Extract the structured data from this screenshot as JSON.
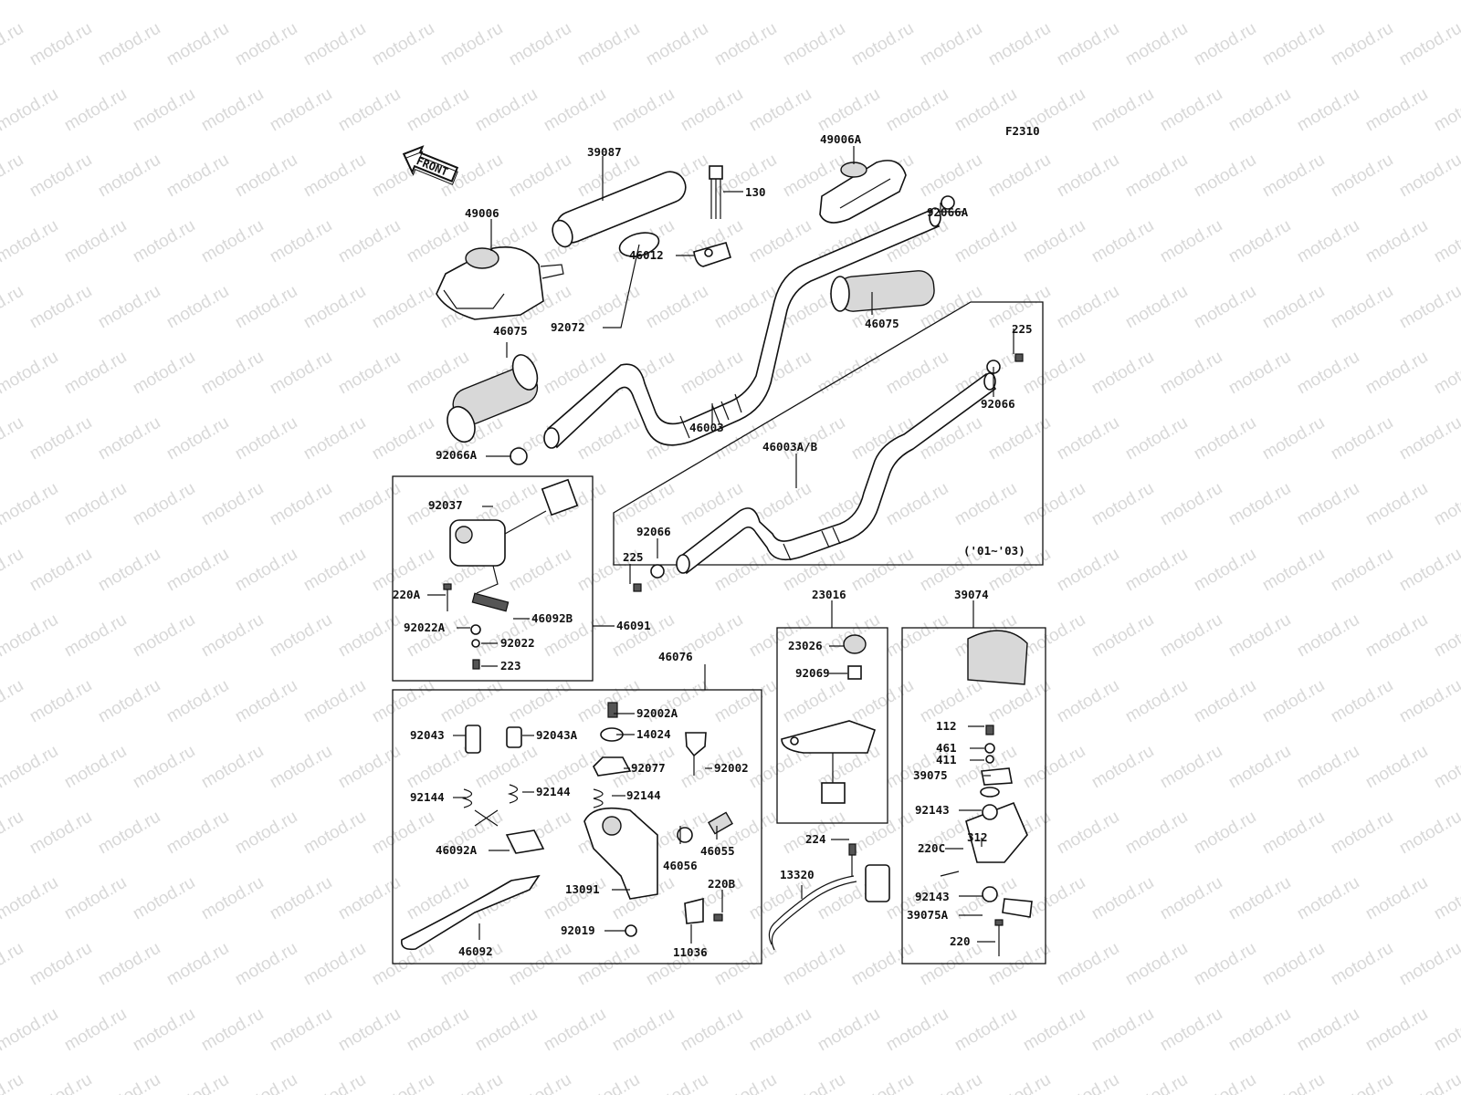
{
  "watermark": {
    "text": "motod.ru"
  },
  "diagram": {
    "code": "F2310",
    "front_label": "FRONT",
    "years_note": "('01~'03)",
    "labels": {
      "l39087": "39087",
      "l49006A": "49006A",
      "l49006": "49006",
      "l130": "130",
      "l46012": "46012",
      "l92066A_r": "92066A",
      "l92072": "92072",
      "l46075_r": "46075",
      "l46075_l": "46075",
      "l225_r": "225",
      "l92066_r": "92066",
      "l46003": "46003",
      "l92066A_l": "92066A",
      "l46003AB": "46003A/B",
      "l92037": "92037",
      "l92066_l": "92066",
      "l225_l": "225",
      "l220A": "220A",
      "l46092B": "46092B",
      "l92022A": "92022A",
      "l46091": "46091",
      "l92022": "92022",
      "l223": "223",
      "l23016": "23016",
      "l39074": "39074",
      "l23026": "23026",
      "l46076": "46076",
      "l92069": "92069",
      "l92002A": "92002A",
      "l92043": "92043",
      "l92043A": "92043A",
      "l14024": "14024",
      "l92077": "92077",
      "l92002": "92002",
      "l112": "112",
      "l461": "461",
      "l411": "411",
      "l39075": "39075",
      "l92144_a": "92144",
      "l92144_b": "92144",
      "l92144_c": "92144",
      "l92143_a": "92143",
      "l46092A": "46092A",
      "l46056": "46056",
      "l46055": "46055",
      "l224": "224",
      "l312": "312",
      "l220C": "220C",
      "l13320": "13320",
      "l13091": "13091",
      "l220B": "220B",
      "l92143_b": "92143",
      "l39075A": "39075A",
      "l92019": "92019",
      "l46092": "46092",
      "l11036": "11036",
      "l220": "220"
    }
  }
}
